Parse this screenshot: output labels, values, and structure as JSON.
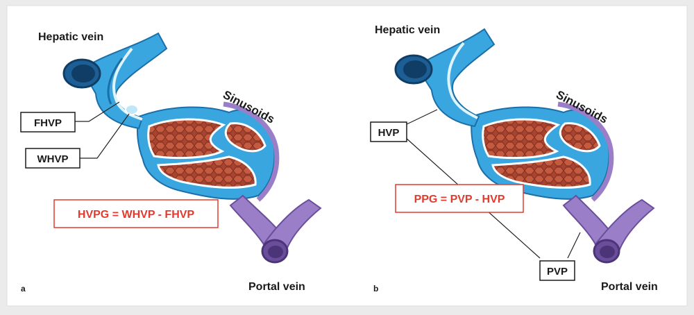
{
  "panel_a": {
    "letter": "a",
    "hepatic_vein_label": "Hepatic vein",
    "sinusoids_label": "Sinusoids",
    "portal_vein_label": "Portal vein",
    "fhvp_label": "FHVP",
    "whvp_label": "WHVP",
    "formula": "HVPG = WHVP - FHVP"
  },
  "panel_b": {
    "letter": "b",
    "hepatic_vein_label": "Hepatic vein",
    "sinusoids_label": "Sinusoids",
    "portal_vein_label": "Portal vein",
    "hvp_label": "HVP",
    "pvp_label": "PVP",
    "formula": "PPG = PVP - HVP"
  },
  "colors": {
    "hepatic_blue": "#3aa6df",
    "portal_purple": "#9b7ec8",
    "tissue_red": "#b24a36",
    "formula_red": "#e23b2e"
  }
}
